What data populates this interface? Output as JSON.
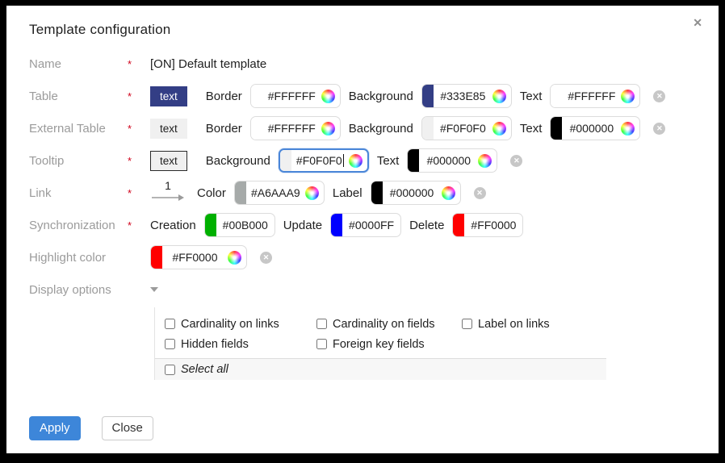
{
  "dialog": {
    "title": "Template configuration"
  },
  "icons": {
    "close": "✕",
    "clear": "✕"
  },
  "name": {
    "label": "Name",
    "required": "*",
    "value": "[ON] Default template"
  },
  "table": {
    "label": "Table",
    "required": "*",
    "preview": {
      "text": "text",
      "bg": "#333E85",
      "fg": "#FFFFFF"
    },
    "border": {
      "label": "Border",
      "value": "#FFFFFF",
      "swatch": "#FFFFFF"
    },
    "background": {
      "label": "Background",
      "value": "#333E85",
      "swatch": "#333E85"
    },
    "text": {
      "label": "Text",
      "value": "#FFFFFF",
      "swatch": "#FFFFFF"
    }
  },
  "external_table": {
    "label": "External Table",
    "required": "*",
    "preview": {
      "text": "text",
      "bg": "#F0F0F0",
      "fg": "#000000"
    },
    "border": {
      "label": "Border",
      "value": "#FFFFFF",
      "swatch": "#FFFFFF"
    },
    "background": {
      "label": "Background",
      "value": "#F0F0F0",
      "swatch": "#F0F0F0"
    },
    "text": {
      "label": "Text",
      "value": "#000000",
      "swatch": "#000000"
    }
  },
  "tooltip": {
    "label": "Tooltip",
    "required": "*",
    "preview": {
      "text": "text",
      "bg": "#F0F0F0",
      "fg": "#000000"
    },
    "background": {
      "label": "Background",
      "value": "#F0F0F0",
      "swatch": "#F0F0F0"
    },
    "text": {
      "label": "Text",
      "value": "#000000",
      "swatch": "#000000"
    }
  },
  "link": {
    "label": "Link",
    "required": "*",
    "preview_number": "1",
    "color": {
      "label": "Color",
      "value": "#A6AAA9",
      "swatch": "#A6AAA9"
    },
    "label_field": {
      "label": "Label",
      "value": "#000000",
      "swatch": "#000000"
    }
  },
  "synchronization": {
    "label": "Synchronization",
    "required": "*",
    "creation": {
      "label": "Creation",
      "value": "#00B000",
      "swatch": "#00B000"
    },
    "update": {
      "label": "Update",
      "value": "#0000FF",
      "swatch": "#0000FF"
    },
    "delete": {
      "label": "Delete",
      "value": "#FF0000",
      "swatch": "#FF0000"
    }
  },
  "highlight": {
    "label": "Highlight color",
    "value": "#FF0000",
    "swatch": "#FF0000"
  },
  "display_options": {
    "label": "Display options",
    "checkboxes": [
      {
        "label": "Cardinality on links",
        "checked": false
      },
      {
        "label": "Cardinality on fields",
        "checked": false
      },
      {
        "label": "Label on links",
        "checked": false
      },
      {
        "label": "Hidden fields",
        "checked": false
      },
      {
        "label": "Foreign key fields",
        "checked": false
      }
    ],
    "select_all": {
      "label": "Select all",
      "checked": false
    }
  },
  "footer": {
    "apply_label": "Apply",
    "close_label": "Close"
  },
  "colors": {
    "accent_blue": "#3D86D9",
    "required_red": "#D0021B",
    "focus_border": "#4A86D8"
  }
}
